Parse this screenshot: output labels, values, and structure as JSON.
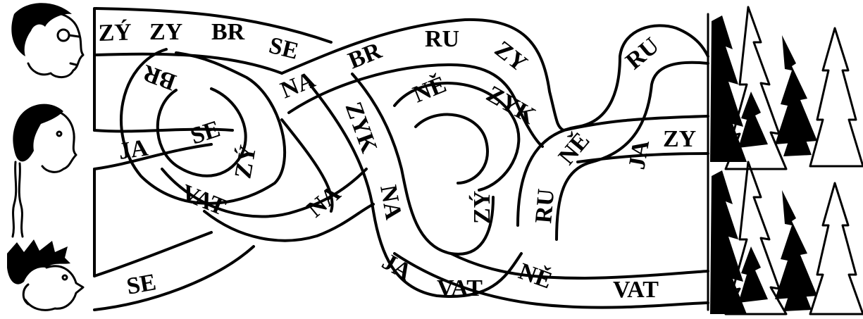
{
  "characters": [
    {
      "icon": "boy-with-glasses-head-icon"
    },
    {
      "icon": "girl-with-braid-head-icon"
    },
    {
      "icon": "spiky-hair-kid-head-icon"
    }
  ],
  "forest": {
    "icon": "pine-forest-icon"
  },
  "paths": {
    "top": [
      "ZÝ",
      "ZY",
      "BR",
      "SE",
      "NA",
      "BR",
      "RU",
      "ZY"
    ],
    "top_loop": [
      "BR"
    ],
    "middle": [
      "JA",
      "SE",
      "ZÝ",
      "VAT",
      "NA",
      "ZYK",
      "NA",
      "JA",
      "VAT",
      "NĚ",
      "VAT"
    ],
    "middle_loop": [
      "NĚ",
      "ZYK",
      "ZÝ",
      "RU",
      "NĚ",
      "JA",
      "ZY",
      "RU"
    ],
    "bottom": [
      "SE"
    ]
  }
}
